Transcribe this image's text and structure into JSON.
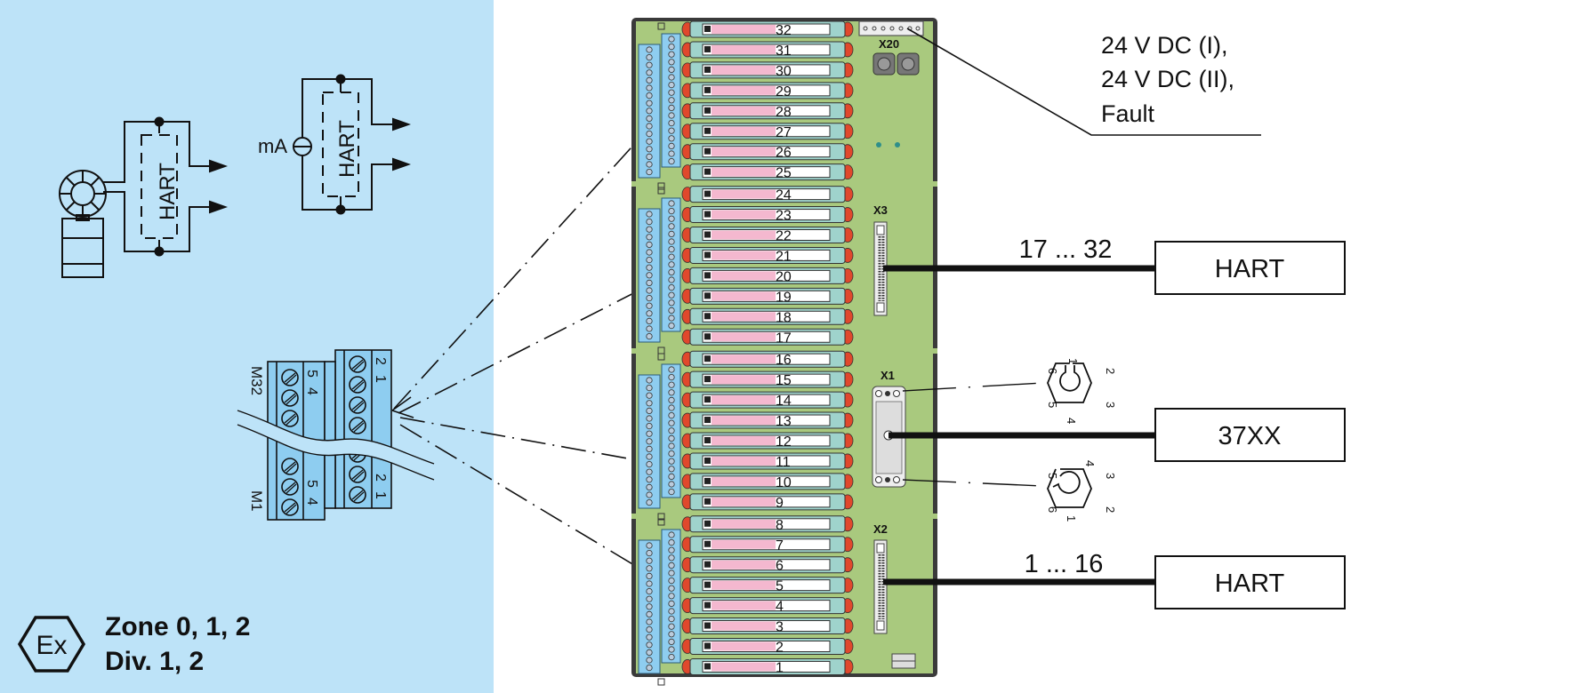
{
  "colors": {
    "hazard_bg": "#bde3f8",
    "board_green": "#a9c97e",
    "board_frame": "#3a3a3a",
    "terminal_blue": "#8ecdf0",
    "module_teal": "#9fd3cc",
    "module_pink": "#f4b8cf",
    "led_red": "#e0482c",
    "line": "#111111"
  },
  "hazard_area": {
    "ex_symbol": "Ex",
    "zone_line1": "Zone 0, 1, 2",
    "zone_line2": "Div. 1, 2"
  },
  "field_devices": {
    "transmitter_hart_label": "HART",
    "current_source_label": "mA",
    "current_source_hart_label": "HART"
  },
  "terminal_block": {
    "top_label": "M32",
    "bottom_label": "M1",
    "top_pins_front": [
      "2",
      "1"
    ],
    "top_pins_back": [
      "5",
      "4"
    ],
    "bottom_pins_front": [
      "2",
      "1"
    ],
    "bottom_pins_back": [
      "5",
      "4"
    ]
  },
  "modules": [
    "32",
    "31",
    "30",
    "29",
    "28",
    "27",
    "26",
    "25",
    "24",
    "23",
    "22",
    "21",
    "20",
    "19",
    "18",
    "17",
    "16",
    "15",
    "14",
    "13",
    "12",
    "11",
    "10",
    "9",
    "8",
    "7",
    "6",
    "5",
    "4",
    "3",
    "2",
    "1"
  ],
  "connectors": {
    "x20": "X20",
    "x3": "X3",
    "x1": "X1",
    "x2": "X2"
  },
  "power_callout": {
    "line1": "24 V DC (I),",
    "line2": "24 V DC (II),",
    "line3": "Fault"
  },
  "outputs": [
    {
      "range": "17 ... 32",
      "box": "HART"
    },
    {
      "range": "",
      "box": "37XX"
    },
    {
      "range": "1 ... 16",
      "box": "HART"
    }
  ],
  "sockets": {
    "upper_pins": [
      "1",
      "2",
      "3",
      "4",
      "5",
      "6"
    ],
    "lower_pins": [
      "1",
      "2",
      "3",
      "4",
      "5",
      "6"
    ]
  }
}
